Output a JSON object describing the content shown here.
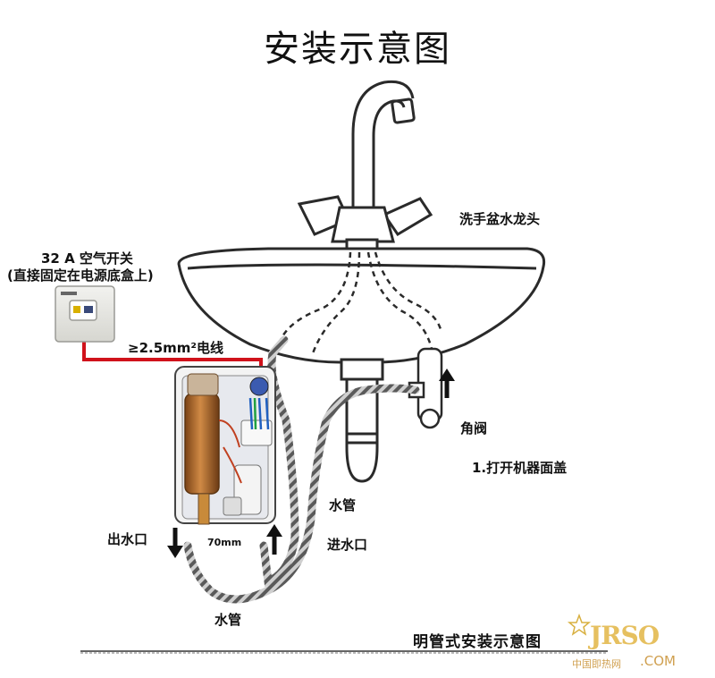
{
  "title": "安装示意图",
  "labels": {
    "faucet": "洗手盆水龙头",
    "switch_line1": "32 A 空气开关",
    "switch_line2": "(直接固定在电源底盒上)",
    "wire": "≥2.5mm²电线",
    "angle_valve": "角阀",
    "step1": "1.打开机器面盖",
    "water_pipe_right": "水管",
    "water_out": "出水口",
    "water_in": "进水口",
    "distance": "70mm",
    "water_pipe_bottom": "水管",
    "caption": "明管式安装示意图"
  },
  "watermark": {
    "logo": "JRSO",
    "chinese": "中国即热网",
    "domain": ".COM"
  },
  "colors": {
    "wire": "#d0121b",
    "outline": "#2a2a2a",
    "heater_copper": "#b8732f"
  }
}
